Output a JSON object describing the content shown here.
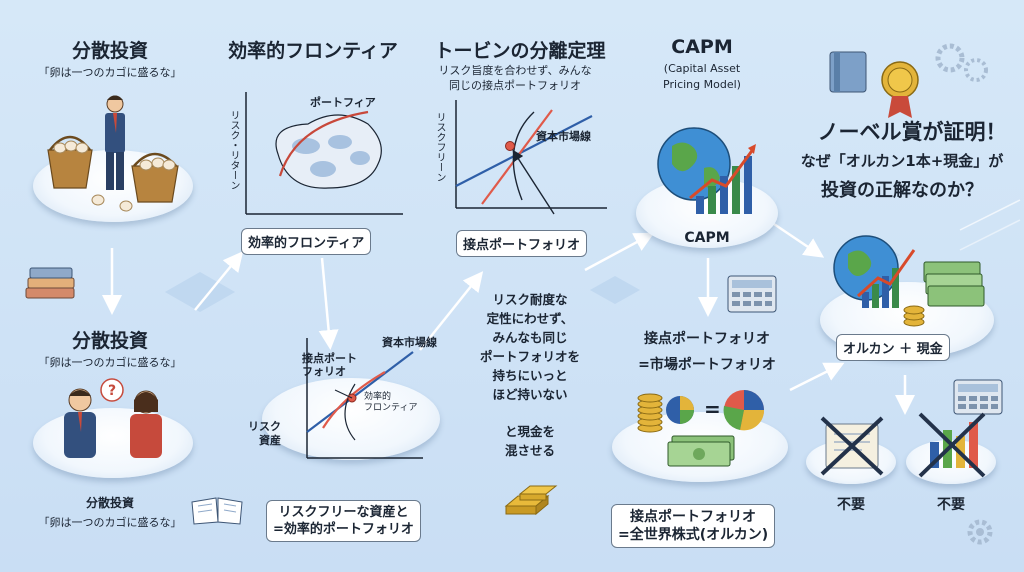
{
  "col1": {
    "title1": "分散投資",
    "quote1": "「卵は一つのカゴに盛るな」",
    "title2": "分散投資",
    "quote2": "「卵は一つのカゴに盛るな」",
    "title3": "分散投資",
    "quote3": "「卵は一つのカゴに盛るな」"
  },
  "col2": {
    "title": "効率的フロンティア",
    "curve_label": "ポートフィア",
    "y_axis": "リスク・リターン",
    "box_label": "効率的フロンティア",
    "lower_cml": "資本市場線",
    "lower_tangent": "接点ポート\nフォリオ",
    "lower_frontier": "効率的\nフロンティア",
    "lower_y": "リスク\n資産",
    "bottom_box_line1": "リスクフリーな資産と",
    "bottom_box_line2": "=効率的ポートフォリオ"
  },
  "col3": {
    "title": "トービンの分離定理",
    "sub1": "リスク旨度を合わせず、みんな",
    "sub2": "同じの接点ポートフォリオ",
    "y_axis": "リスクフリーン",
    "cml": "資本市場線",
    "box_label": "接点ポートフォリオ",
    "middle_text": [
      "リスク耐度な",
      "定性にわせず、",
      "みんなも同じ",
      "ポートフォリオを",
      "持ちにいっと",
      "ほど持いない"
    ],
    "middle_text2": [
      "と現金を",
      "混させる"
    ]
  },
  "col4": {
    "title": "CAPM",
    "sub1": "(Capital Asset",
    "sub2": "Pricing Model)",
    "disc_label": "CAPM",
    "eq_line1": "接点ポートフォリオ",
    "eq_line2": "=市場ポートフォリオ",
    "box_line1": "接点ポートフォリオ",
    "box_line2": "=全世界株式(オルカン)",
    "equals": "="
  },
  "col5": {
    "headline": "ノーベル賞が証明！",
    "q_line1": "なぜ「オルカン1本+現金」が",
    "q_line2": "投資の正解なのか？",
    "box_label": "オルカン ＋ 現金",
    "unneeded1": "不要",
    "unneeded2": "不要"
  },
  "colors": {
    "background": "#cfe3f7",
    "arrow": "#ffffff",
    "frontier_red": "#e05a4a",
    "cml_blue": "#2f5fa8",
    "cross": "#23324a"
  }
}
